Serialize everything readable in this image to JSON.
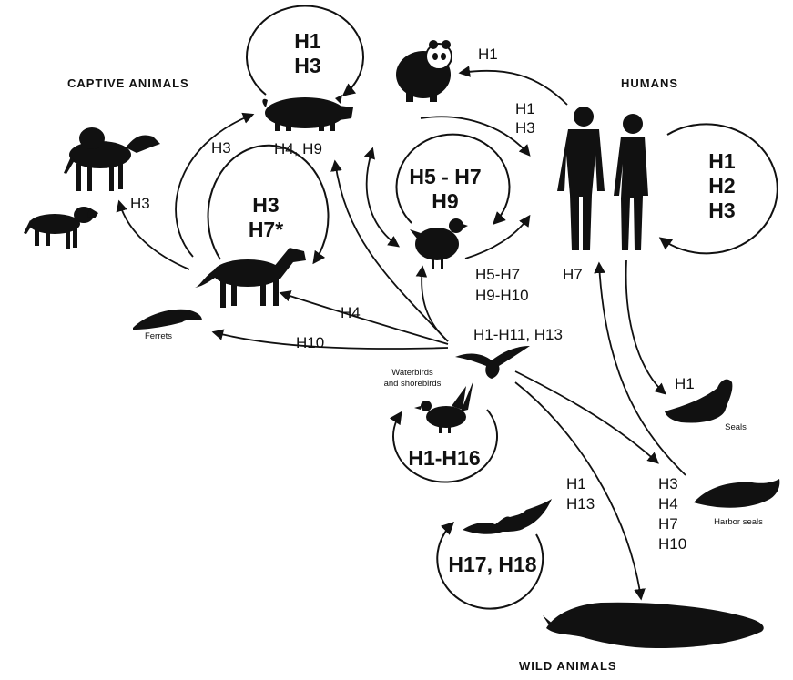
{
  "sections": {
    "captive": "CAPTIVE ANIMALS",
    "humans": "HUMANS",
    "wild": "WILD ANIMALS"
  },
  "loops": {
    "pig": [
      "H1",
      "H3"
    ],
    "chicken": [
      "H5 - H7",
      "H9"
    ],
    "horse": [
      "H3",
      "H7*"
    ],
    "humans": [
      "H1",
      "H2",
      "H3"
    ],
    "waterbird": "H1-H16",
    "bat": "H17, H18"
  },
  "arrow_labels": {
    "humans_to_panda": "H1",
    "pig_to_humans": [
      "H1",
      "H3"
    ],
    "horse_to_pig": "H3",
    "horse_to_camel": "H3",
    "pig_caption": "H4, H9",
    "chicken_out": [
      "H5-H7",
      "H9-H10"
    ],
    "chicken_to_humans": "H7",
    "bird_to_horse": "H4",
    "bird_to_ferrets": "H10",
    "bird_out": "H1-H11, H13",
    "humans_to_seals": "H1",
    "bird_to_harbor_seals": [
      "H3",
      "H4",
      "H7",
      "H10"
    ],
    "bird_to_whale": [
      "H1",
      "H13"
    ]
  },
  "captions": {
    "ferrets": "Ferrets",
    "waterbirds": [
      "Waterbirds",
      "and shorebirds"
    ],
    "seals": "Seals",
    "harbor_seals": "Harbor seals"
  },
  "icons": [
    "camel-icon",
    "dog-icon",
    "pig-icon",
    "horse-icon",
    "ferret-icon",
    "panda-icon",
    "chicken-icon",
    "man-icon",
    "woman-icon",
    "gull-icon",
    "duck-icon",
    "seal-icon",
    "harbor-seal-icon",
    "bat-icon",
    "whale-icon"
  ],
  "colors": {
    "ink": "#111111",
    "background": "#ffffff"
  }
}
